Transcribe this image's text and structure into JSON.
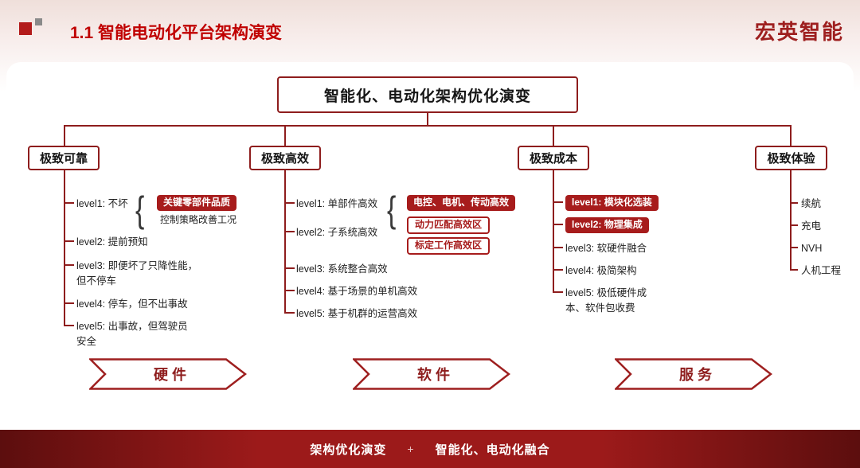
{
  "header": {
    "title": "1.1 智能电动化平台架构演变",
    "brand": "宏英智能"
  },
  "root_label": "智能化、电动化架构优化演变",
  "glyphs": {
    "brace": "{"
  },
  "reliability": {
    "title": "极致可靠",
    "level1": "level1: 不坏",
    "level1_badge": "关键零部件品质",
    "level1_note": "控制策略改善工况",
    "level2": "level2: 提前预知",
    "level3": "level3: 即便坏了只降性能，但不停车",
    "level4": "level4: 停车，但不出事故",
    "level5": "level5: 出事故，但驾驶员安全"
  },
  "efficiency": {
    "title": "极致高效",
    "level1": "level1: 单部件高效",
    "badge1": "电控、电机、传动高效",
    "badge2": "动力匹配高效区",
    "badge3": "标定工作高效区",
    "level2": "level2: 子系统高效",
    "level3": "level3: 系统整合高效",
    "level4": "level4: 基于场景的单机高效",
    "level5": "level5: 基于机群的运营高效"
  },
  "cost": {
    "title": "极致成本",
    "level1": "level1: 模块化选装",
    "level2": "level2: 物理集成",
    "level3": "level3: 软硬件融合",
    "level4": "level4: 极简架构",
    "level5": "level5: 极低硬件成本、软件包收费"
  },
  "experience": {
    "title": "极致体验",
    "items": [
      "续航",
      "充电",
      "NVH",
      "人机工程"
    ]
  },
  "arrows": [
    {
      "label": "硬件"
    },
    {
      "label": "软件"
    },
    {
      "label": "服务"
    }
  ],
  "footer": {
    "left": "架构优化演变",
    "plus": "+",
    "right": "智能化、电动化融合"
  },
  "colors": {
    "accent": "#c00000",
    "dark_red": "#8e1d1d",
    "badge_red": "#a71c1c"
  }
}
